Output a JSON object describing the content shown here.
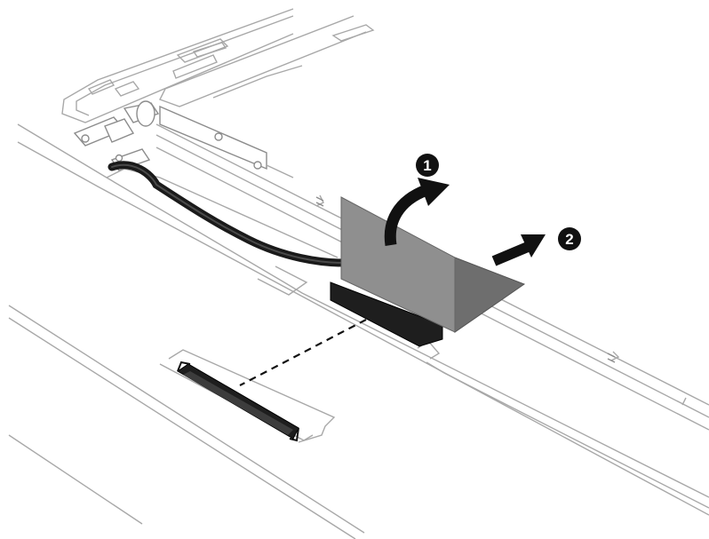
{
  "callouts": [
    {
      "label": "1",
      "action": "lift-tape"
    },
    {
      "label": "2",
      "action": "disconnect-cable"
    }
  ],
  "colors": {
    "line": "#a8a8a8",
    "line_dark": "#8c8c8c",
    "cable": "#1a1a1a",
    "tape_light": "#8f8f8f",
    "tape_dark": "#6e6e6e",
    "connector": "#1e1e1e",
    "callout_fill": "#111111",
    "arrow": "#111111"
  },
  "icons": [
    "up-curved-arrow-icon",
    "right-arrow-icon",
    "callout-1-icon",
    "callout-2-icon"
  ]
}
